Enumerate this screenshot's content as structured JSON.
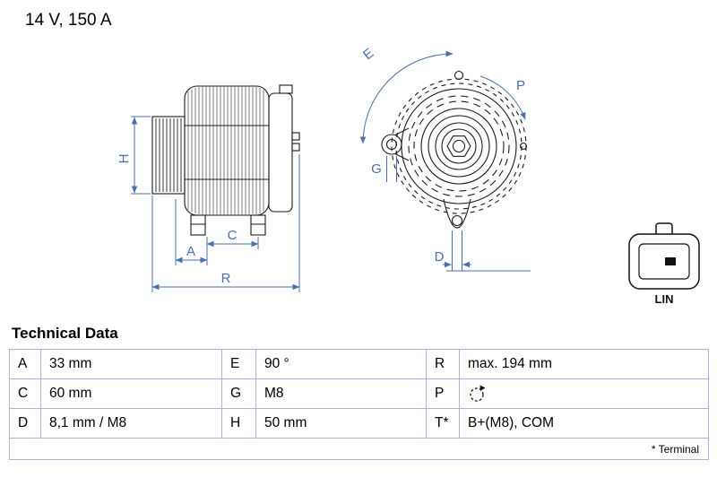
{
  "header": {
    "spec": "14 V, 150 A"
  },
  "drawing": {
    "labels": {
      "H": "H",
      "A": "A",
      "C": "C",
      "R": "R",
      "E": "E",
      "P": "P",
      "G": "G",
      "D": "D"
    },
    "connector_label": "LIN",
    "dimension_color": "#4a6fb0",
    "part_line_color": "#1c1c1c"
  },
  "table": {
    "title": "Technical Data",
    "border_color": "#a9b4d6",
    "rows": [
      {
        "k1": "A",
        "v1": "33 mm",
        "k2": "E",
        "v2": "90 °",
        "k3": "R",
        "v3": "max. 194 mm"
      },
      {
        "k1": "C",
        "v1": "60 mm",
        "k2": "G",
        "v2": "M8",
        "k3": "P",
        "v3_icon": "clockwise-rotation"
      },
      {
        "k1": "D",
        "v1": "8,1 mm / M8",
        "k2": "H",
        "v2": "50 mm",
        "k3": "T*",
        "v3": "B+(M8), COM"
      }
    ],
    "footnote": "* Terminal"
  }
}
